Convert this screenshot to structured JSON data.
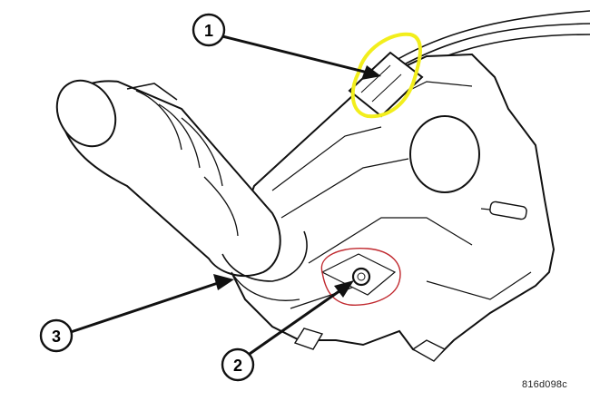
{
  "diagram": {
    "subject": "Multi-function switch / steering column switch assembly",
    "callouts": [
      {
        "id": "1",
        "label": "1",
        "target": "wire connector (highlighted yellow)",
        "highlight_color": "#f2ee1c"
      },
      {
        "id": "2",
        "label": "2",
        "target": "mounting screw (circled red)",
        "highlight_color": "#c0282e"
      },
      {
        "id": "3",
        "label": "3",
        "target": "multi-function switch lever/housing"
      }
    ],
    "figure_code": "816d098c",
    "colors": {
      "line": "#111111",
      "background": "#ffffff",
      "highlight_yellow": "#f2ee1c",
      "highlight_red": "#c0282e"
    }
  }
}
